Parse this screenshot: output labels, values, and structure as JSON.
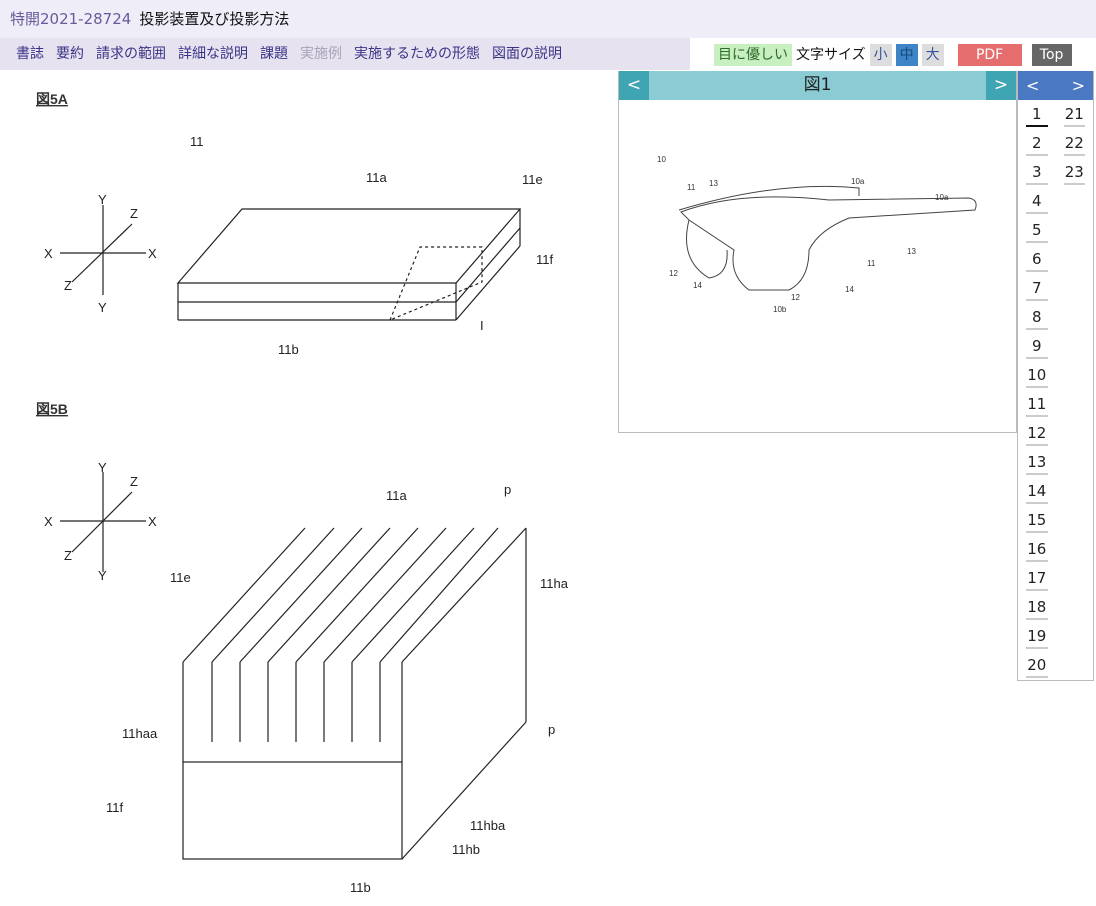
{
  "header": {
    "doc_number": "特開2021-28724",
    "title": "投影装置及び投影方法"
  },
  "nav": [
    "書誌",
    "要約",
    "請求の範囲",
    "詳細な説明",
    "課題",
    "実施例",
    "実施するための形態",
    "図面の説明"
  ],
  "nav_disabled_index": 5,
  "tools": {
    "easy": "目に優しい",
    "font_size_label": "文字サイズ",
    "small": "小",
    "medium": "中",
    "large": "大",
    "pdf": "PDF",
    "top": "Top"
  },
  "viewer": {
    "prev": "<",
    "next": ">",
    "title": "図1",
    "labels": [
      "10",
      "11",
      "13",
      "10a",
      "10a",
      "12",
      "14",
      "12",
      "10b",
      "14",
      "11",
      "13"
    ]
  },
  "pages": {
    "prev": "<",
    "next": ">",
    "col1": [
      "1",
      "2",
      "3",
      "4",
      "5",
      "6",
      "7",
      "8",
      "9",
      "10",
      "11",
      "12",
      "13",
      "14",
      "15",
      "16",
      "17",
      "18",
      "19",
      "20"
    ],
    "col2": [
      "21",
      "22",
      "23"
    ],
    "current": "1"
  },
  "figure": {
    "fig5a": "図5A",
    "fig5b": "図5B",
    "a_labels": [
      "11",
      "11a",
      "11e",
      "11f",
      "11b",
      "I"
    ],
    "b_labels": [
      "11a",
      "p",
      "11e",
      "11ha",
      "11haa",
      "p",
      "11f",
      "11hba",
      "11hb",
      "11b"
    ],
    "axes": [
      "Y",
      "Z",
      "X",
      "X",
      "Z",
      "Y"
    ],
    "axes_b": [
      "Y",
      "Z",
      "X",
      "X",
      "Z",
      "Y"
    ]
  }
}
